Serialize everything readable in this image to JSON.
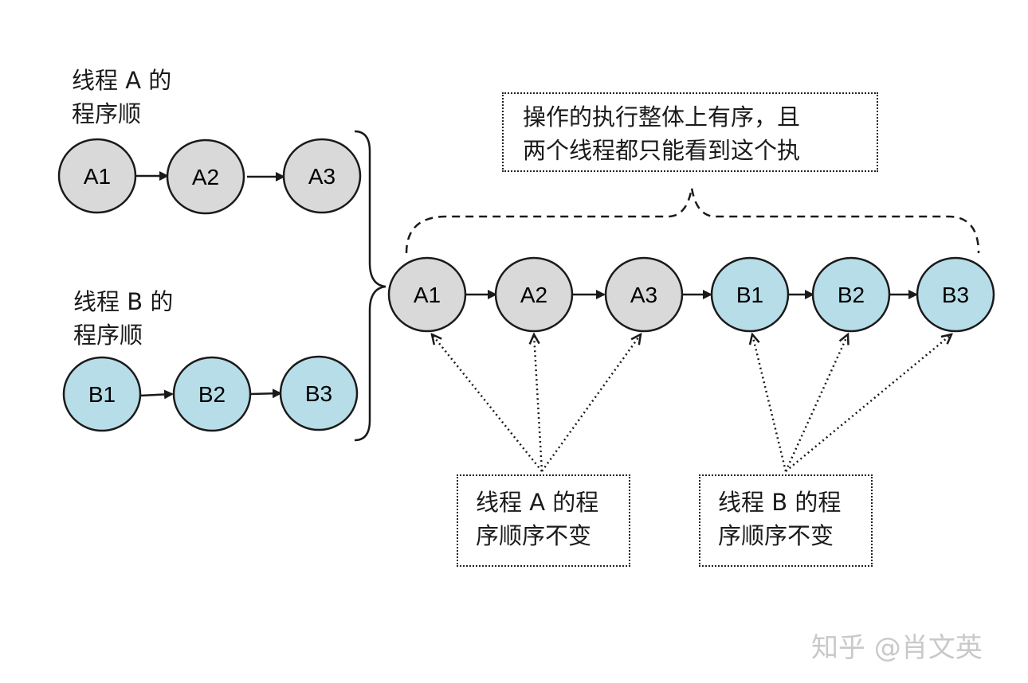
{
  "left": {
    "thread_a_label": [
      "线程 A 的",
      "程序顺"
    ],
    "thread_b_label": [
      "线程 B 的",
      "程序顺"
    ],
    "thread_a_nodes": [
      "A1",
      "A2",
      "A3"
    ],
    "thread_b_nodes": [
      "B1",
      "B2",
      "B3"
    ]
  },
  "right": {
    "merged_nodes": [
      "A1",
      "A2",
      "A3",
      "B1",
      "B2",
      "B3"
    ],
    "top_note": [
      "操作的执行整体上有序，且",
      "两个线程都只能看到这个执"
    ],
    "note_a": [
      "线程 A 的程",
      "序顺序不变"
    ],
    "note_b": [
      "线程 B 的程",
      "序顺序不变"
    ]
  },
  "colors": {
    "thread_a_fill": "#d9d9d9",
    "thread_b_fill": "#b7dde8",
    "stroke": "#1a1a1a"
  },
  "watermark": "知乎 @肖文英"
}
